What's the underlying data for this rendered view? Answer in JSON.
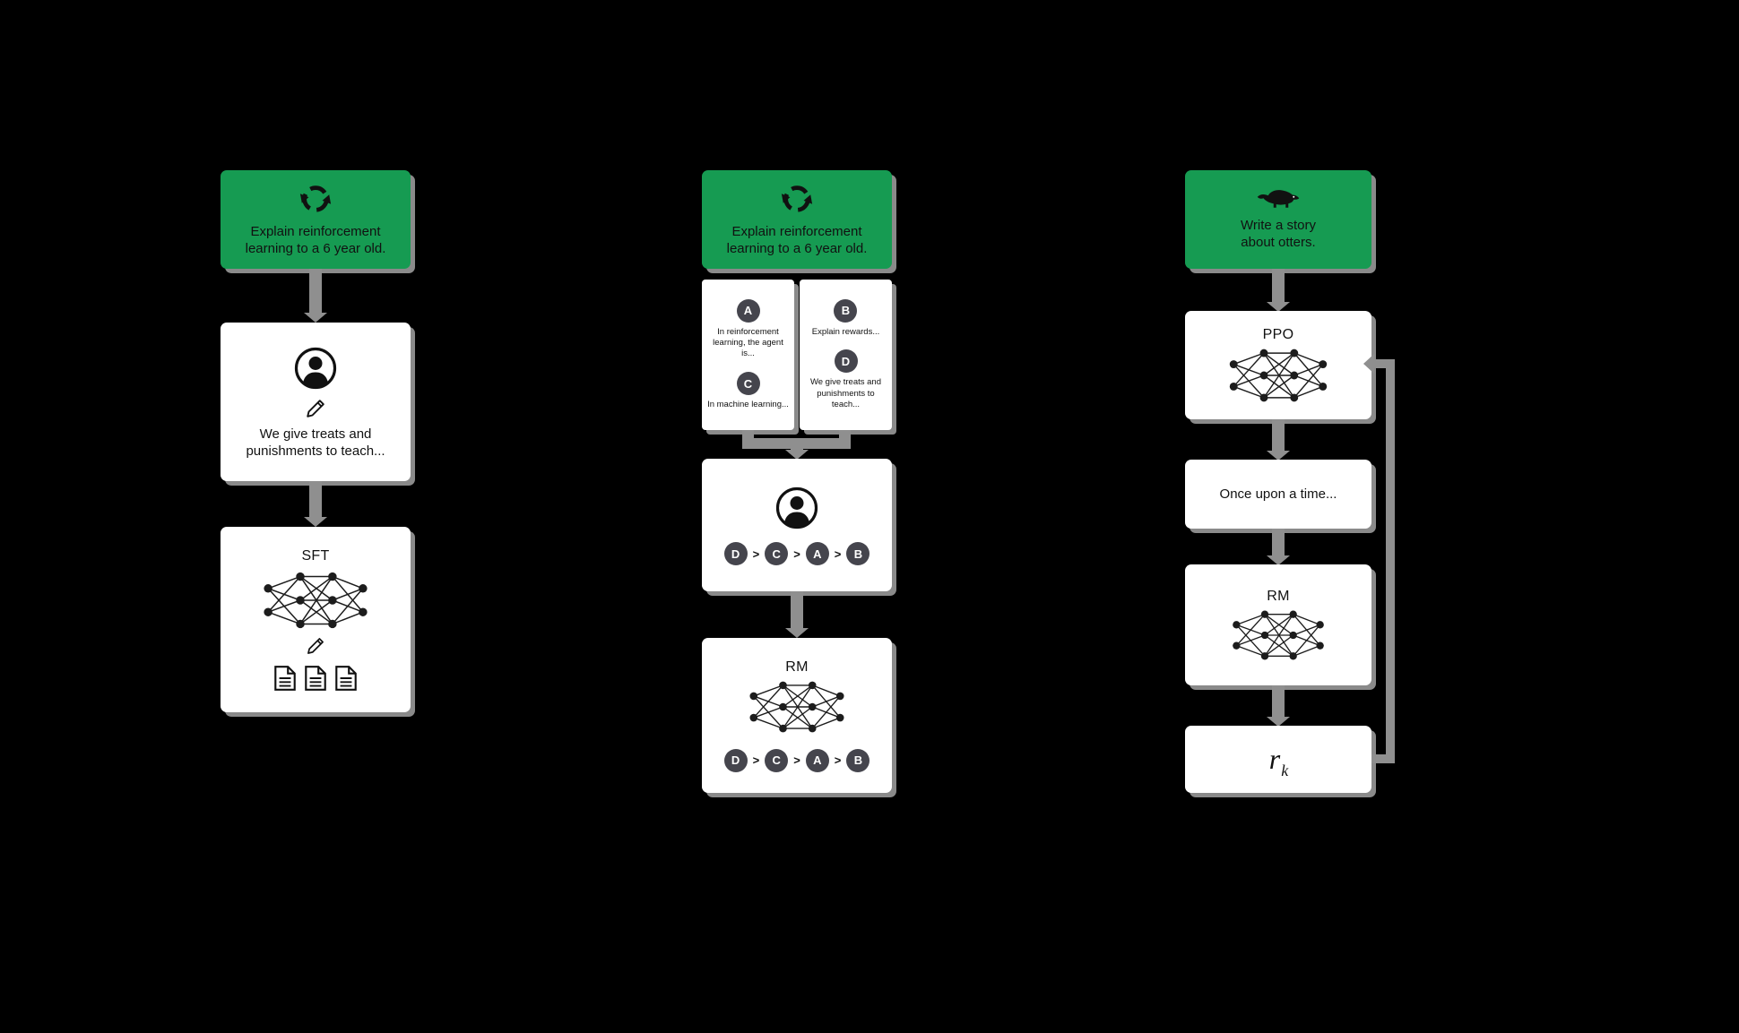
{
  "colors": {
    "background": "#000000",
    "prompt_green": "#169b52",
    "box_white": "#ffffff",
    "connector_gray": "#8f8f8f",
    "badge_dark": "#45454d",
    "text_black": "#111111"
  },
  "columns": {
    "col1": {
      "prompt": {
        "icon": "cycle-icon",
        "line1": "Explain reinforcement",
        "line2": "learning to a 6 year old."
      },
      "labeler": {
        "icon": "person-icon",
        "pencil_icon": "pencil-icon",
        "line1": "We give treats and",
        "line2": "punishments to teach..."
      },
      "sft": {
        "label": "SFT",
        "icons": [
          "neural-network-icon",
          "pencil-icon",
          "documents-icon"
        ]
      }
    },
    "col2": {
      "prompt": {
        "icon": "cycle-icon",
        "line1": "Explain reinforcement",
        "line2": "learning to a 6 year old."
      },
      "answer_boxes": [
        {
          "options": [
            {
              "label": "A",
              "text": "In reinforcement learning, the agent is..."
            },
            {
              "label": "C",
              "text": "In machine learning..."
            }
          ]
        },
        {
          "options": [
            {
              "label": "B",
              "text": "Explain rewards..."
            },
            {
              "label": "D",
              "text": "We give treats and punishments to teach..."
            }
          ]
        }
      ],
      "labeler": {
        "icon": "person-icon"
      },
      "ranking": {
        "order": [
          "D",
          "C",
          "A",
          "B"
        ],
        "separator": ">"
      },
      "rm": {
        "label": "RM"
      }
    },
    "col3": {
      "prompt": {
        "icon": "otter-icon",
        "line1": "Write a story",
        "line2": "about otters."
      },
      "ppo": {
        "label": "PPO"
      },
      "output": {
        "text": "Once upon a time..."
      },
      "rm": {
        "label": "RM"
      },
      "reward": {
        "symbol": "r",
        "subscript": "k"
      }
    }
  }
}
